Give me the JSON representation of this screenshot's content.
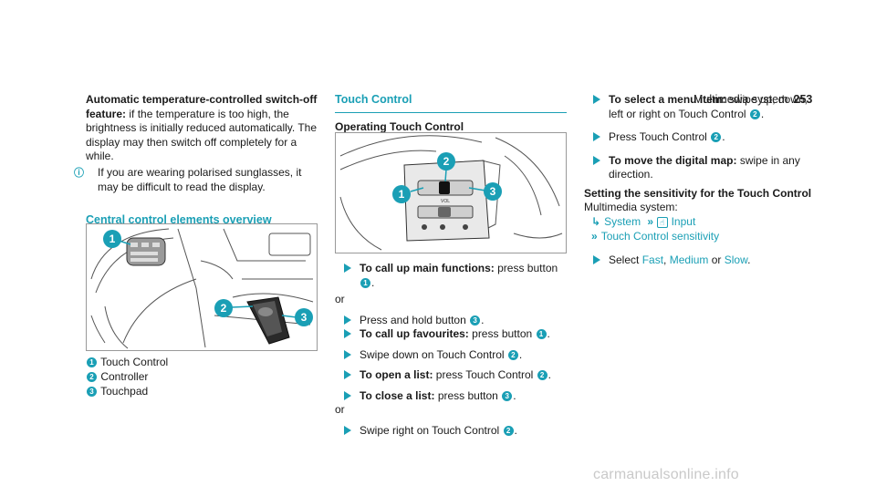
{
  "header": {
    "section": "Multimedia system",
    "page": "253"
  },
  "col1": {
    "auto_title": "Automatic temperature-controlled switch-off feature:",
    "auto_text": "if the temperature is too high, the brightness is initially reduced automatically. The display may then switch off completely for a while.",
    "note_text": "If you are wearing polarised sunglasses, it may be difficult to read the display.",
    "section_title": "Central control elements overview",
    "legend": [
      {
        "num": "1",
        "label": "Touch Control"
      },
      {
        "num": "2",
        "label": "Controller"
      },
      {
        "num": "3",
        "label": "Touchpad"
      }
    ]
  },
  "col2": {
    "section_title": "Touch Control",
    "subtitle": "Operating Touch Control",
    "s1_bold": "To call up main functions:",
    "s1_text": "press button",
    "s1_num": "1",
    "or1": "or",
    "s2_text": "Press and hold button",
    "s2_num": "3",
    "s3_bold": "To call up favourites:",
    "s3_text": "press button",
    "s3_num": "1",
    "s4_text": "Swipe down on Touch Control",
    "s4_num": "2",
    "s5_bold": "To open a list:",
    "s5_text": "press Touch Control",
    "s5_num": "2",
    "s6_bold": "To close a list:",
    "s6_text": "press button",
    "s6_num": "3",
    "or2": "or",
    "s7_text": "Swipe right on Touch Control",
    "s7_num": "2"
  },
  "col3": {
    "s1_bold": "To select a menu item:",
    "s1_text": "swipe up, down, left or right on Touch Control",
    "s1_num": "2",
    "s2_text": "Press Touch Control",
    "s2_num": "2",
    "s3_bold": "To move the digital map:",
    "s3_text": "swipe in any direction.",
    "setting_title": "Setting the sensitivity for the Touch Control",
    "path_intro": "Multimedia system:",
    "path_system": "System",
    "path_input": "Input",
    "path_sens": "Touch Control sensitivity",
    "select_prefix": "Select",
    "opt_fast": "Fast",
    "opt_medium": "Medium",
    "opt_or": "or",
    "opt_slow": "Slow"
  },
  "watermark": "carmanualsonline.info",
  "colors": {
    "accent": "#1a9fb5"
  }
}
